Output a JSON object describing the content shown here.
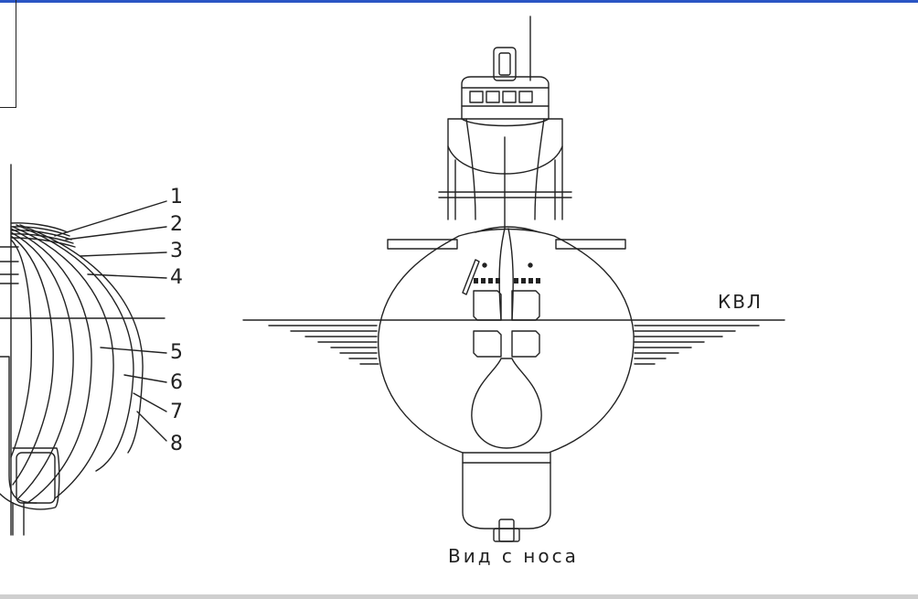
{
  "side_section": {
    "station_numbers": [
      "1",
      "2",
      "3",
      "4",
      "5",
      "6",
      "7",
      "8"
    ]
  },
  "front_view": {
    "waterline_label": "КВЛ",
    "caption": "Вид с носа"
  },
  "colors": {
    "line": "#222222",
    "frame_accent": "#2a55c4",
    "background": "#ffffff"
  }
}
